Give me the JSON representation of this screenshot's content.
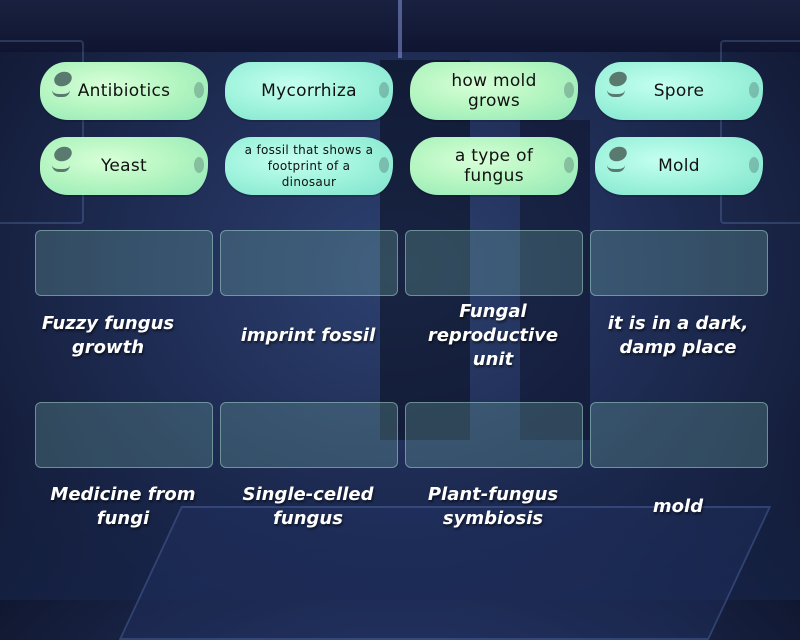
{
  "tiles": [
    {
      "label": "Antibiotics",
      "style": "green",
      "face": true
    },
    {
      "label": "Mycorrhiza",
      "style": "teal",
      "face": false
    },
    {
      "label": "how mold grows",
      "style": "green",
      "face": false
    },
    {
      "label": "Spore",
      "style": "teal",
      "face": true
    },
    {
      "label": "Yeast",
      "style": "green",
      "face": true
    },
    {
      "label": "a fossil that shows a footprint of a dinosaur",
      "style": "teal",
      "face": false
    },
    {
      "label": "a type of fungus",
      "style": "green",
      "face": false
    },
    {
      "label": "Mold",
      "style": "teal",
      "face": true
    }
  ],
  "targets": [
    {
      "label": "Fuzzy fungus growth"
    },
    {
      "label": "imprint fossil"
    },
    {
      "label": "Fungal reproductive unit"
    },
    {
      "label": "it is in a dark, damp place"
    },
    {
      "label": "Medicine from fungi"
    },
    {
      "label": "Single-celled fungus"
    },
    {
      "label": "Plant-fungus symbiosis"
    },
    {
      "label": "mold"
    }
  ],
  "colors": {
    "tile_green": "#b3f5c0",
    "tile_teal": "#9ff3dc",
    "zone_fill": "rgba(120,180,170,0.28)",
    "background": "#1f2d55",
    "label_text": "#ffffff"
  }
}
